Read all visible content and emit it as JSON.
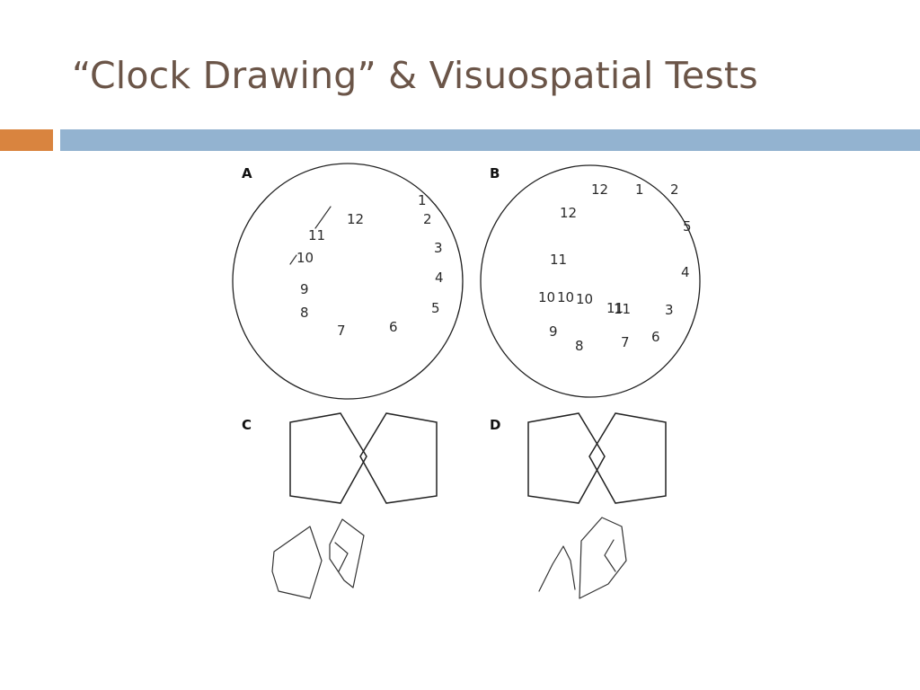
{
  "slide": {
    "title": "“Clock Drawing” & Visuospatial Tests",
    "colors": {
      "title": "#6b5548",
      "accent_orange": "#d9843f",
      "accent_blue": "#93b3d0"
    }
  },
  "figure": {
    "panel_A": {
      "label": "A",
      "numbers": [
        "12",
        "2",
        "3",
        "4",
        "5",
        "6",
        "7",
        "8",
        "9",
        "10",
        "11",
        "1"
      ]
    },
    "panel_B": {
      "label": "B",
      "numbers": [
        "12",
        "1",
        "2",
        "3",
        "4",
        "5",
        "6",
        "7",
        "8",
        "9",
        "10",
        "11",
        "12",
        "11",
        "10",
        "10",
        "11"
      ]
    },
    "panel_C": {
      "label": "C"
    },
    "panel_D": {
      "label": "D"
    }
  }
}
